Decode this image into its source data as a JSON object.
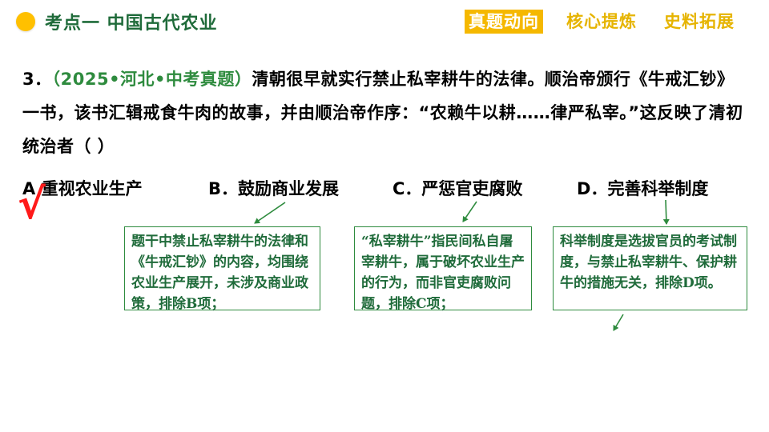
{
  "header": {
    "title": "考点一   中国古代农业",
    "tabs": [
      {
        "label": "真题动向",
        "active": true
      },
      {
        "label": "核心提炼",
        "active": false
      },
      {
        "label": "史料拓展",
        "active": false
      }
    ],
    "accent_color": "#f5b800",
    "title_color": "#1f6b3a"
  },
  "question": {
    "number": "3．",
    "source": "（2025•河北•中考真题）",
    "text": "清朝很早就实行禁止私宰耕牛的法律。顺治帝颁行《牛戒汇钞》一书，该书汇辑戒食牛肉的故事，并由顺治帝作序：“农赖牛以耕……律严私宰。”这反映了清初统治者（    ）"
  },
  "options": [
    {
      "letter": "A",
      "text": "重视农业生产"
    },
    {
      "letter": "B．",
      "text": "鼓励商业发展"
    },
    {
      "letter": "C．",
      "text": "严惩官吏腐败"
    },
    {
      "letter": "D．",
      "text": "完善科举制度"
    }
  ],
  "answer_mark": "√",
  "explanations": {
    "b": "题干中禁止私宰耕牛的法律和《牛戒汇钞》的内容，均围绕农业生产展开，未涉及商业政策，排除B项；",
    "c": "“私宰耕牛”指民间私自屠宰耕牛，属于破坏农业生产的行为，而非官吏腐败问题，排除C项；",
    "d": "科举制度是选拔官员的考试制度，与禁止私宰耕牛、保护耕牛的措施无关，排除D项。"
  }
}
